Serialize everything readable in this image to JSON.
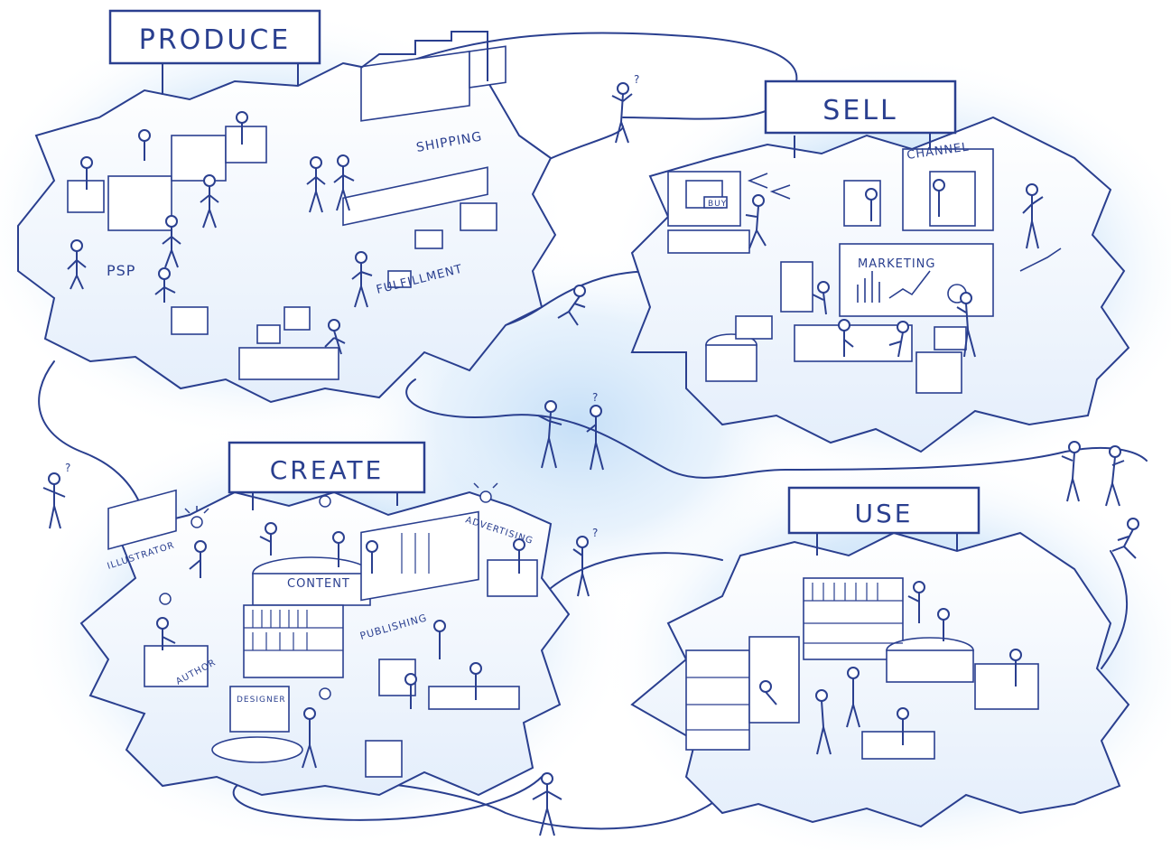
{
  "zones": {
    "produce": {
      "title": "PRODUCE",
      "labels": [
        "PSP",
        "SHIPPING",
        "FULFILLMENT"
      ]
    },
    "sell": {
      "title": "SELL",
      "labels": [
        "CHANNEL",
        "MARKETING",
        "BUY"
      ]
    },
    "create": {
      "title": "CREATE",
      "labels": [
        "CONTENT",
        "ILLUSTRATOR",
        "ADVERTISING",
        "PUBLISHING",
        "AUTHOR",
        "DESIGNER"
      ]
    },
    "use": {
      "title": "USE",
      "labels": []
    }
  },
  "question_mark": "?",
  "colors": {
    "ink": "#2a3f8f",
    "glow": "#7fb8ee",
    "paper": "#ffffff",
    "shade": "#dce8f8"
  }
}
